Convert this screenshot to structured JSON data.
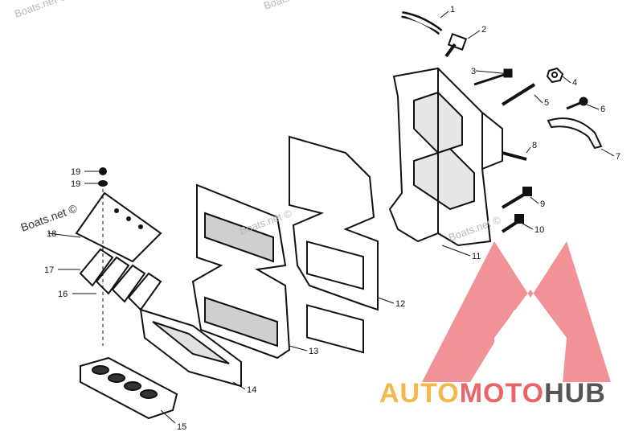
{
  "watermarks": {
    "top": "Boats.net ©",
    "top_right": "Boats.net ©",
    "left": "Boats.net ©",
    "center": "Boats.net ©",
    "right": "Boats.net ©"
  },
  "callouts": [
    "1",
    "2",
    "3",
    "4",
    "5",
    "6",
    "7",
    "8",
    "9",
    "10",
    "11",
    "12",
    "13",
    "14",
    "15",
    "16",
    "17",
    "18",
    "19",
    "19"
  ],
  "brand": {
    "part1": "AUTO",
    "part2": "MOTO",
    "part3": "HUB",
    "colors": {
      "auto": "#f4b84a",
      "moto": "#e8656a",
      "hub": "#555555",
      "logo": "#ee7a7e"
    }
  }
}
